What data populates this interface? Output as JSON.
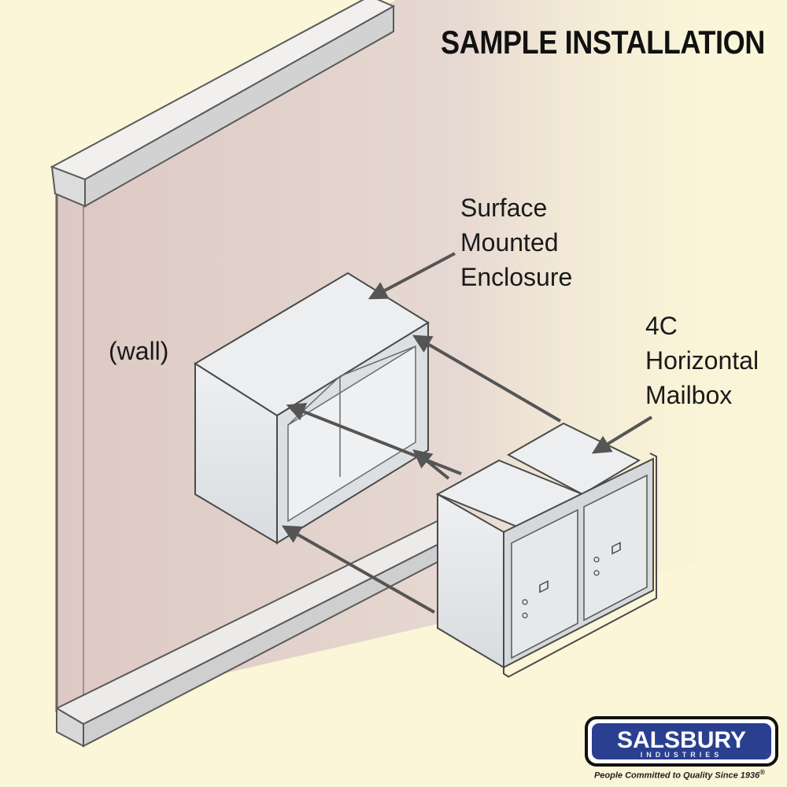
{
  "title": "SAMPLE INSTALLATION",
  "labels": {
    "wall": "(wall)",
    "enclosure": [
      "Surface",
      "Mounted",
      "Enclosure"
    ],
    "mailbox": [
      "4C",
      "Horizontal",
      "Mailbox"
    ]
  },
  "logo": {
    "brand": "SALSBURY",
    "sub": "INDUSTRIES",
    "tagline": "People Committed to Quality Since 1936",
    "reg": "®"
  },
  "colors": {
    "background": "#fbf6d8",
    "wall": "#e2d3cd",
    "metal": "#e4e6e8",
    "logo_blue": "#2a3f8f"
  }
}
